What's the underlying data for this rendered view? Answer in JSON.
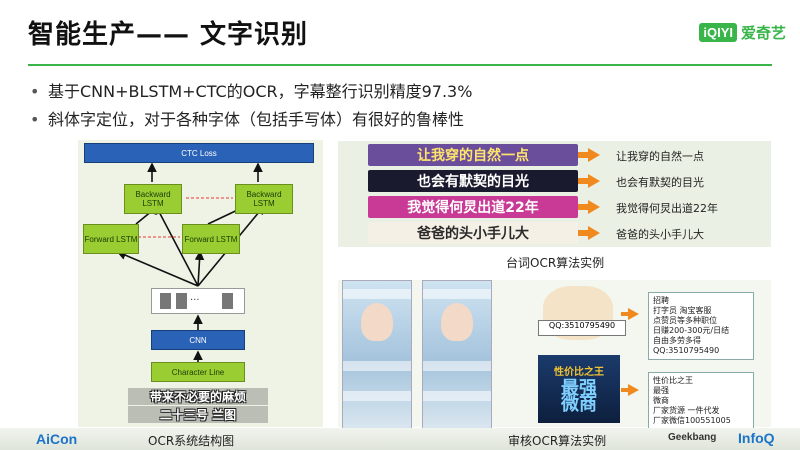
{
  "header": {
    "title": "智能生产—— 文字识别",
    "logo_badge": "iQIYI",
    "logo_text": "爱奇艺"
  },
  "bullets": [
    "基于CNN+BLSTM+CTC的OCR，字幕整行识别精度97.3%",
    "斜体字定位，对于各种字体（包括手写体）有很好的鲁棒性"
  ],
  "architecture": {
    "boxes": {
      "ctc_loss": "CTC Loss",
      "backward_1": "Backward LSTM",
      "backward_2": "Backward LSTM",
      "forward_1": "Forward LSTM",
      "forward_2": "Forward LSTM",
      "cnn": "CNN",
      "character_line": "Character Line"
    },
    "cell_ellipsis": "...",
    "overlay_line_1": "带来不必要的麻烦",
    "overlay_line_2": "二十三号 兰图",
    "caption": "OCR系统结构图"
  },
  "lyric_samples": {
    "rows": [
      {
        "image_text": "让我穿的自然一点",
        "result": "让我穿的自然一点",
        "bg": "#6b4e9b",
        "fg": "#ffe46b"
      },
      {
        "image_text": "也会有默契的目光",
        "result": "也会有默契的目光",
        "bg": "#1a1a2e",
        "fg": "#ffffff"
      },
      {
        "image_text": "我觉得何炅出道22年",
        "result": "我觉得何炅出道22年",
        "bg": "#c83a96",
        "fg": "#ffffff"
      },
      {
        "image_text": "爸爸的头小手儿大",
        "result": "爸爸的头小手儿大",
        "bg": "#f5f0e6",
        "fg": "#2a2a2a"
      }
    ],
    "caption": "台词OCR算法实例"
  },
  "audit": {
    "cat_label": "QQ:3510795490",
    "ad_line_1": "性价比之王",
    "ad_line_2": "最强",
    "ad_line_3": "微商",
    "card_1": [
      "招聘",
      "打字员 淘宝客服",
      "点赞员等多种职位",
      "日赚200-300元/日结",
      "自由多劳多得",
      "QQ:3510795490"
    ],
    "card_2": [
      "性价比之王",
      "最强",
      "微商",
      "厂家货源 一件代发",
      "厂家微信100551005"
    ],
    "caption": "审核OCR算法实例"
  },
  "footer": {
    "aicon": "AiCon",
    "geekbang": "Geekbang",
    "infoq": "InfoQ"
  },
  "colors": {
    "accent": "#39b54a",
    "arrow": "#f08a1e",
    "box_blue": "#2a62b8",
    "box_green": "#9acd32"
  }
}
